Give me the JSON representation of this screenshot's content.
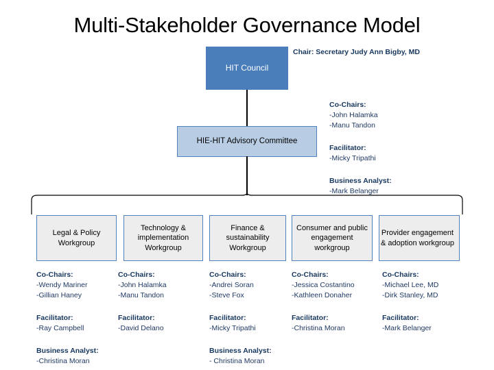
{
  "slide": {
    "title": "Multi-Stakeholder Governance Model",
    "accent_color": "#4A7EBB",
    "advisory_fill": "#B8CCE4",
    "workgroup_fill": "#EDEDED",
    "border_color": "#4F81BD",
    "text_color": "#1F3864"
  },
  "council": {
    "label": "HIT Council",
    "chair_line": "Chair:  Secretary Judy Ann Bigby, MD"
  },
  "advisory": {
    "label": "HIE-HIT Advisory Committee",
    "roles": [
      {
        "header": "Co-Chairs:",
        "members": [
          "-John Halamka",
          "-Manu Tandon"
        ]
      },
      {
        "header": "Facilitator:",
        "members": [
          "-Micky Tripathi"
        ]
      },
      {
        "header": "Business Analyst:",
        "members": [
          "-Mark Belanger"
        ]
      }
    ]
  },
  "workgroups": [
    {
      "name": "Legal & Policy\nWorkgroup",
      "roles": [
        {
          "header": "Co-Chairs:",
          "members": [
            "-Wendy Mariner",
            "-Gillian Haney"
          ]
        },
        {
          "header": "Facilitator:",
          "members": [
            "-Ray Campbell"
          ]
        },
        {
          "header": "Business Analyst:",
          "members": [
            "-Christina Moran"
          ]
        }
      ]
    },
    {
      "name": "Technology &\nimplementation\nWorkgroup",
      "roles": [
        {
          "header": "Co-Chairs:",
          "members": [
            "-John Halamka",
            "-Manu Tandon"
          ]
        },
        {
          "header": "Facilitator:",
          "members": [
            "-David Delano"
          ]
        }
      ]
    },
    {
      "name": "Finance &\nsustainability\nWorkgroup",
      "roles": [
        {
          "header": "Co-Chairs:",
          "members": [
            "-Andrei Soran",
            "-Steve Fox"
          ]
        },
        {
          "header": "Facilitator:",
          "members": [
            "-Micky Tripathi"
          ]
        },
        {
          "header": "Business Analyst:",
          "members": [
            "- Christina Moran"
          ]
        }
      ]
    },
    {
      "name": "Consumer and public\nengagement\nworkgroup",
      "roles": [
        {
          "header": "Co-Chairs:",
          "members": [
            "-Jessica Costantino",
            "-Kathleen Donaher"
          ]
        },
        {
          "header": "Facilitator:",
          "members": [
            "-Christina Moran"
          ]
        }
      ]
    },
    {
      "name": "Provider engagement\n& adoption workgroup",
      "roles": [
        {
          "header": "Co-Chairs:",
          "members": [
            "-Michael Lee, MD",
            "-Dirk Stanley, MD"
          ]
        },
        {
          "header": "Facilitator:",
          "members": [
            "-Mark Belanger"
          ]
        }
      ]
    }
  ]
}
